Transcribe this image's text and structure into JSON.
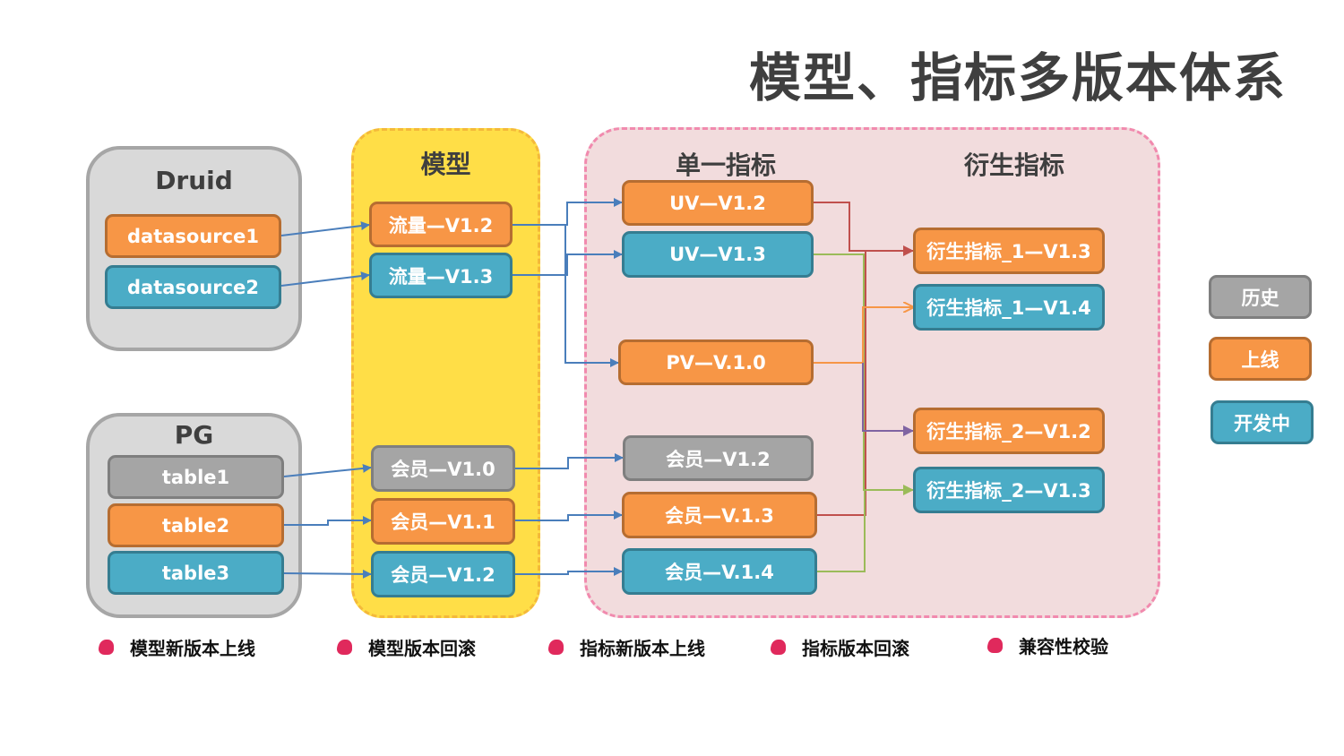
{
  "title": "模型、指标多版本体系",
  "status_colors": {
    "history": "#a5a5a5",
    "online": "#f79646",
    "dev": "#4bacc6",
    "model_group": "#ffde47",
    "metric_group": "#f2dcdd"
  },
  "sources": [
    {
      "title": "Druid",
      "items": [
        {
          "label": "datasource1",
          "status": "online"
        },
        {
          "label": "datasource2",
          "status": "dev"
        }
      ]
    },
    {
      "title": "PG",
      "items": [
        {
          "label": "table1",
          "status": "history"
        },
        {
          "label": "table2",
          "status": "online"
        },
        {
          "label": "table3",
          "status": "dev"
        }
      ]
    }
  ],
  "models": {
    "title": "模型",
    "items": [
      {
        "label": "流量—V1.2",
        "status": "online"
      },
      {
        "label": "流量—V1.3",
        "status": "dev"
      },
      {
        "label": "会员—V1.0",
        "status": "history"
      },
      {
        "label": "会员—V1.1",
        "status": "online"
      },
      {
        "label": "会员—V1.2",
        "status": "dev"
      }
    ]
  },
  "single_metrics": {
    "title": "单一指标",
    "items": [
      {
        "label": "UV—V1.2",
        "status": "online"
      },
      {
        "label": "UV—V1.3",
        "status": "dev"
      },
      {
        "label": "PV—V.1.0",
        "status": "online"
      },
      {
        "label": "会员—V1.2",
        "status": "history"
      },
      {
        "label": "会员—V.1.3",
        "status": "online"
      },
      {
        "label": "会员—V.1.4",
        "status": "dev"
      }
    ]
  },
  "derived_metrics": {
    "title": "衍生指标",
    "items": [
      {
        "label": "衍生指标_1—V1.3",
        "status": "online"
      },
      {
        "label": "衍生指标_1—V1.4",
        "status": "dev"
      },
      {
        "label": "衍生指标_2—V1.2",
        "status": "online"
      },
      {
        "label": "衍生指标_2—V1.3",
        "status": "dev"
      }
    ]
  },
  "status_legend": [
    {
      "label": "历史",
      "status": "history"
    },
    {
      "label": "上线",
      "status": "online"
    },
    {
      "label": "开发中",
      "status": "dev"
    }
  ],
  "bottom_legend": [
    "模型新版本上线",
    "模型版本回滚",
    "指标新版本上线",
    "指标版本回滚",
    "兼容性校验"
  ]
}
